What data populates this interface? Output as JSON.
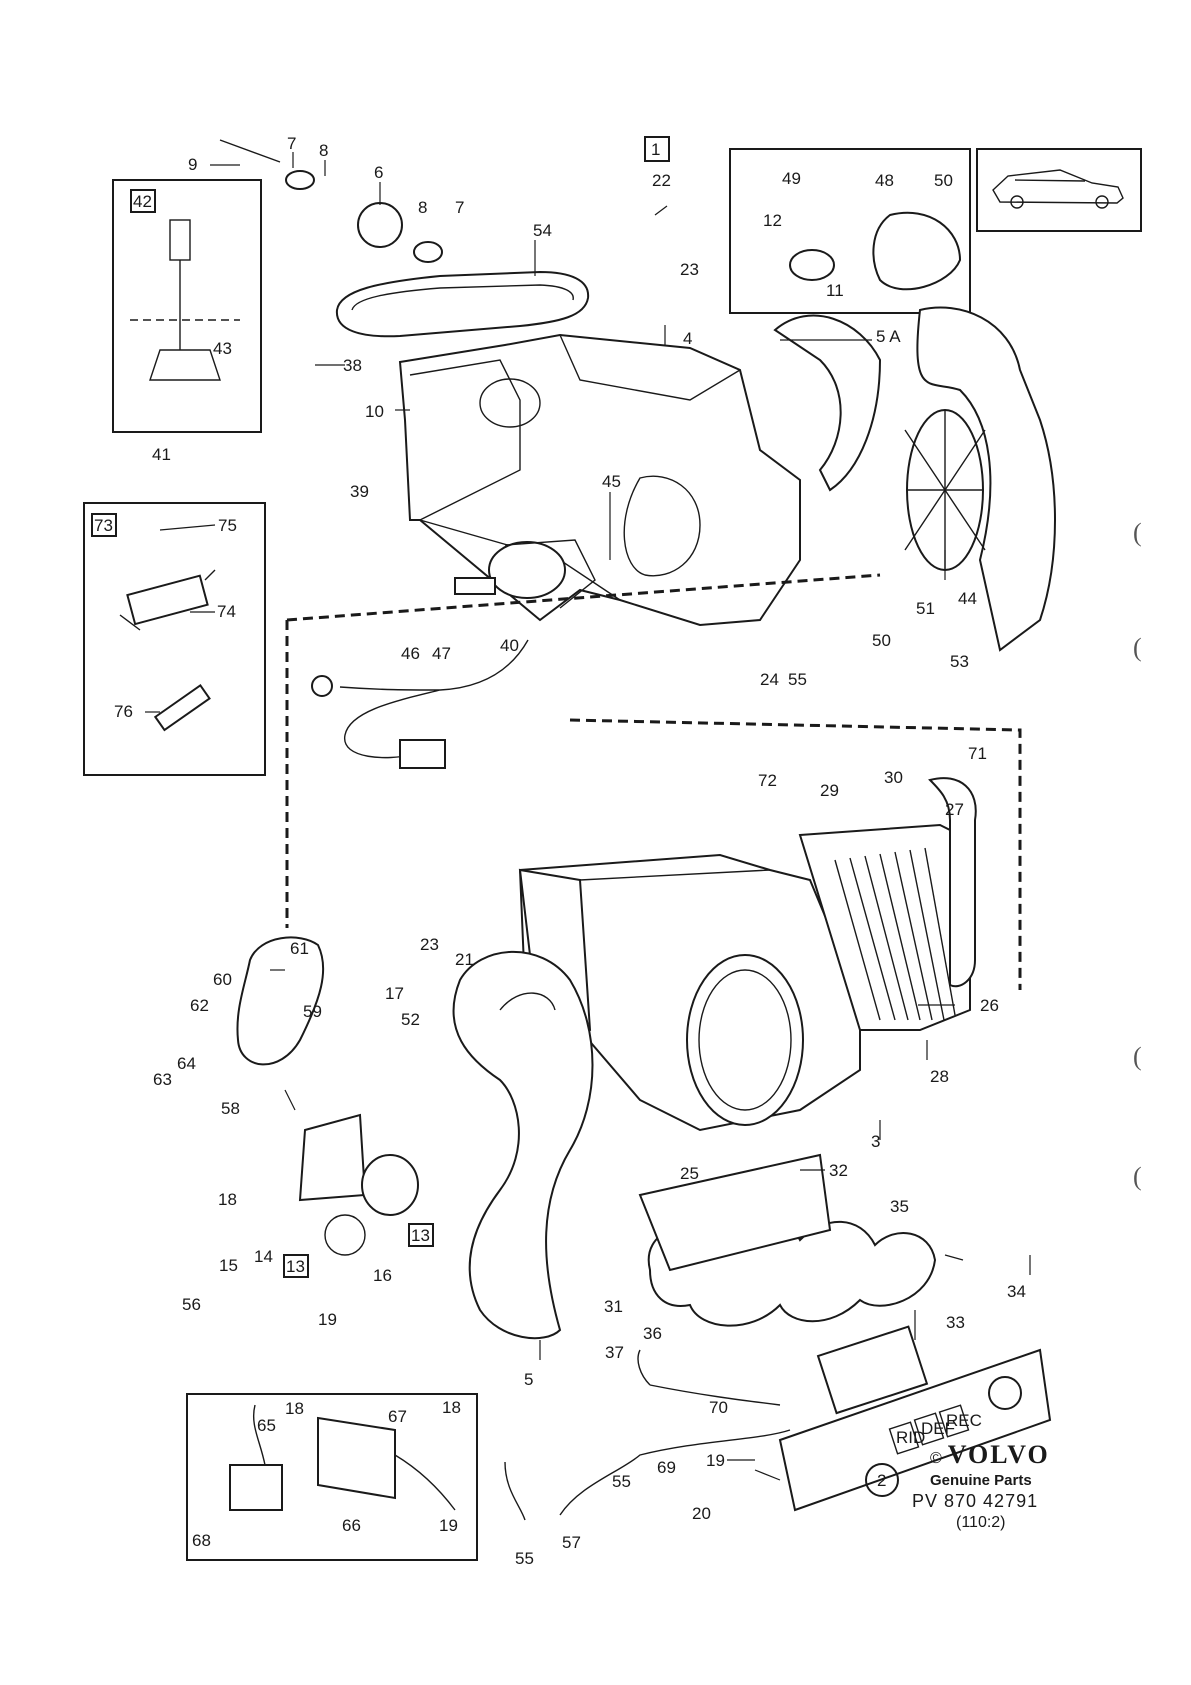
{
  "callouts": {
    "c1": "1",
    "c2": "2",
    "c3": "3",
    "c4": "4",
    "c5a": "5",
    "c5b": "5 A",
    "c6": "6",
    "c7a": "7",
    "c7b": "7",
    "c8a": "8",
    "c8b": "8",
    "c9": "9",
    "c10": "10",
    "c11": "11",
    "c12": "12",
    "c13a": "13",
    "c13b": "13",
    "c14": "14",
    "c15": "15",
    "c16": "16",
    "c17": "17",
    "c18a": "18",
    "c18b": "18",
    "c18c": "18",
    "c19a": "19",
    "c19b": "19",
    "c19c": "19",
    "c20": "20",
    "c21": "21",
    "c22": "22",
    "c23a": "23",
    "c23b": "23",
    "c24": "24",
    "c25": "25",
    "c26": "26",
    "c27": "27",
    "c28": "28",
    "c29": "29",
    "c30": "30",
    "c31": "31",
    "c32": "32",
    "c33": "33",
    "c34": "34",
    "c35": "35",
    "c36": "36",
    "c37": "37",
    "c38": "38",
    "c39": "39",
    "c40": "40",
    "c41": "41",
    "c42": "42",
    "c43": "43",
    "c44": "44",
    "c45": "45",
    "c46": "46",
    "c47": "47",
    "c48": "48",
    "c49": "49",
    "c50a": "50",
    "c50b": "50",
    "c51": "51",
    "c52": "52",
    "c53": "53",
    "c54": "54",
    "c55a": "55",
    "c55b": "55",
    "c55c": "55",
    "c56": "56",
    "c57": "57",
    "c58": "58",
    "c59": "59",
    "c60": "60",
    "c61": "61",
    "c62": "62",
    "c63": "63",
    "c64": "64",
    "c65": "65",
    "c66": "66",
    "c67": "67",
    "c68": "68",
    "c69": "69",
    "c70": "70",
    "c71": "71",
    "c72": "72",
    "c73": "73",
    "c74": "74",
    "c75": "75",
    "c76": "76"
  },
  "panel_labels": {
    "rid": "RID",
    "def": "DEF",
    "rec": "REC"
  },
  "brand": {
    "copyright": "©",
    "logo": "VOLVO",
    "subtitle": "Genuine Parts",
    "reference": "PV 870 42791",
    "sheet": "(110:2)"
  },
  "margin_marks": {
    "paren": "("
  }
}
